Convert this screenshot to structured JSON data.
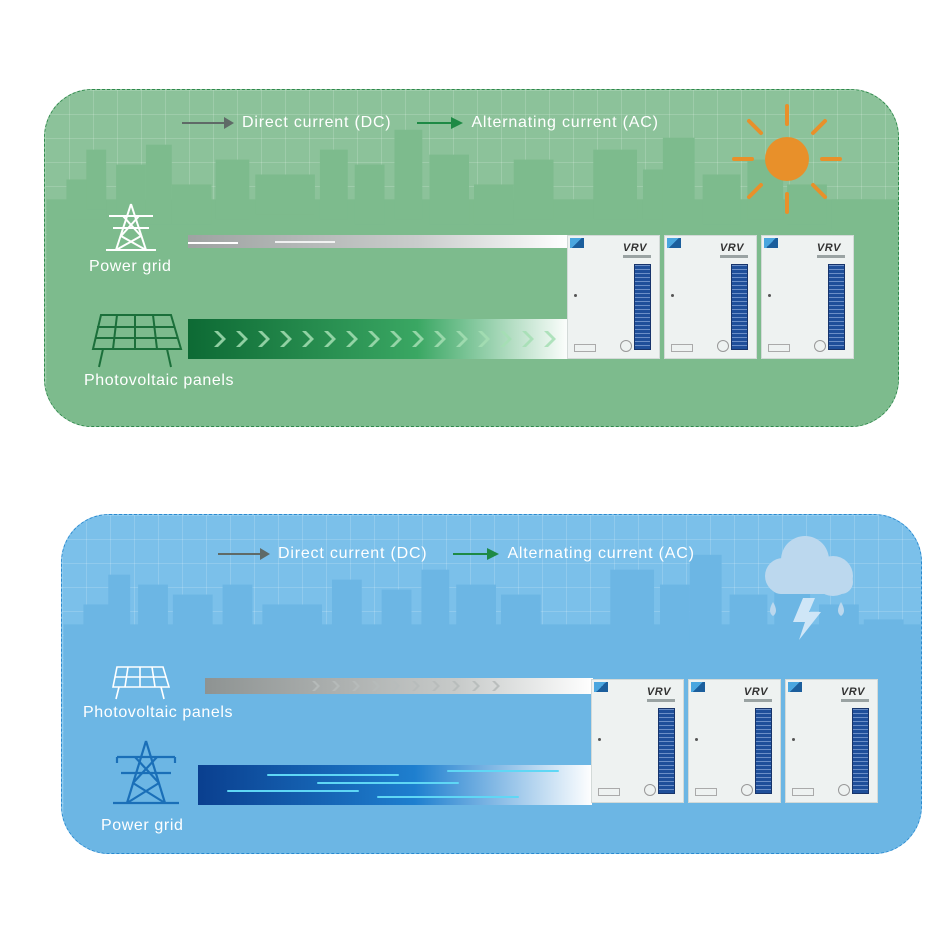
{
  "legend": {
    "dc_label": "Direct current (DC)",
    "ac_label": "Alternating current (AC)"
  },
  "scene_sunny": {
    "grid_label": "Power grid",
    "pv_label": "Photovoltaic panels",
    "unit_brand": "VRV"
  },
  "scene_rainy": {
    "pv_label": "Photovoltaic panels",
    "grid_label": "Power grid",
    "unit_brand": "VRV"
  },
  "colors": {
    "green_panel": "#8cc29a",
    "blue_panel": "#7bc0ea",
    "dc_arrow": "#5f6a67",
    "ac_arrow_green": "#1e8a45",
    "ac_arrow_blue": "#1e8a45",
    "sun": "#e8902a",
    "cloud": "#bcd8ee",
    "lightning": "#cfe6f7"
  },
  "icons": [
    "power-tower-icon",
    "solar-panel-icon",
    "sun-icon",
    "storm-cloud-icon",
    "arrow-right-icon"
  ]
}
